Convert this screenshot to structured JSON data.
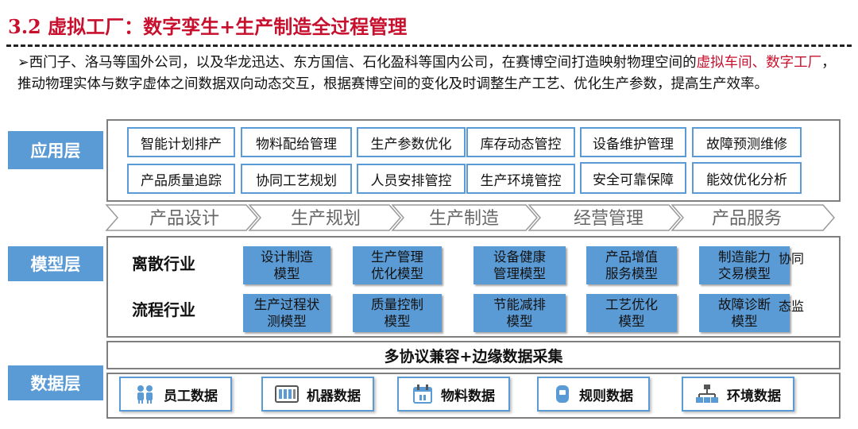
{
  "title": "3.2 虚拟工厂：数字孪生+生产制造全过程管理",
  "intro": {
    "bullet": "➢",
    "part1": "西门子、洛马等国外公司，以及华龙迅达、东方国信、石化盈科等国内公司，在赛博空间打造映射物理空间的",
    "highlight": "虚拟车间、数字工厂",
    "part2": "，推动物理实体与数字虚体之间数据双向动态交互，根据赛博空间的变化及时调整生产工艺、优化生产参数，提高生产效率。"
  },
  "layers": {
    "application": "应用层",
    "model": "模型层",
    "data": "数据层"
  },
  "application_items": [
    "智能计划排产",
    "物料配给管理",
    "生产参数优化",
    "库存动态管控",
    "设备维护管理",
    "故障预测维修",
    "产品质量追踪",
    "协同工艺规划",
    "人员安排管控",
    "生产环境管控",
    "安全可靠保障",
    "能效优化分析"
  ],
  "stages": [
    "产品设计",
    "生产规划",
    "生产制造",
    "经营管理",
    "产品服务"
  ],
  "industries": {
    "discrete": "离散行业",
    "process": "流程行业"
  },
  "models_discrete": [
    "设计制造\n模型",
    "生产管理\n优化模型",
    "设备健康\n管理模型",
    "产品增值\n服务模型",
    "制造能力\n交易模型"
  ],
  "models_process": [
    "生产过程状\n测模型",
    "质量控制\n模型",
    "节能减排\n模型",
    "工艺优化\n模型",
    "故障诊断\n模型"
  ],
  "model_extras": {
    "row1": "协同",
    "row2": "态监"
  },
  "collection_bar": "多协议兼容+边缘数据采集",
  "data_items": [
    {
      "label": "员工数据",
      "icon": "people-icon"
    },
    {
      "label": "机器数据",
      "icon": "machine-icon"
    },
    {
      "label": "物料数据",
      "icon": "material-icon"
    },
    {
      "label": "规则数据",
      "icon": "rules-icon"
    },
    {
      "label": "环境数据",
      "icon": "network-icon"
    }
  ],
  "colors": {
    "accent": "#5B9BD5",
    "title": "#C8102E"
  }
}
